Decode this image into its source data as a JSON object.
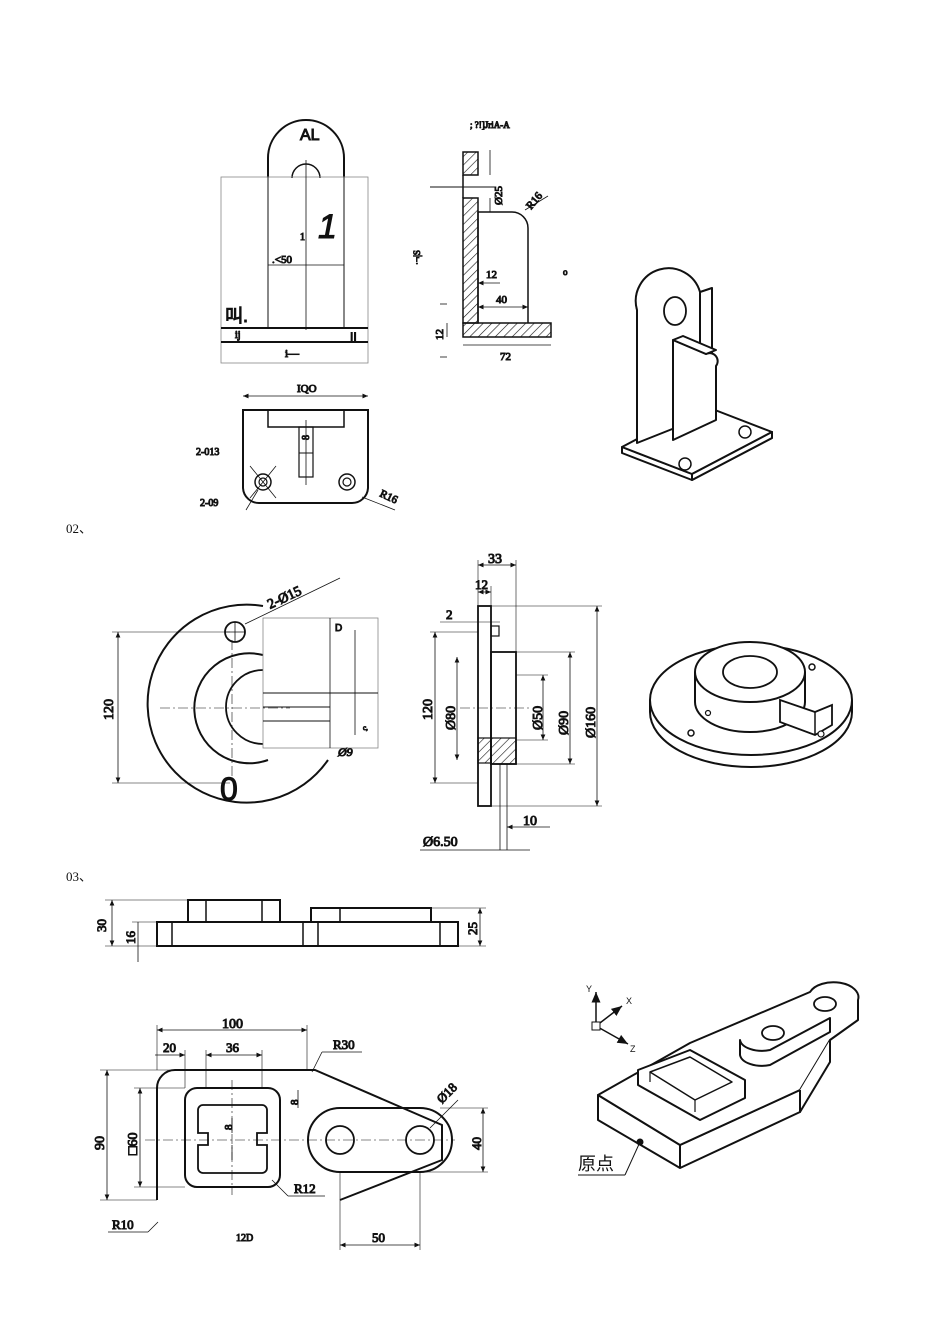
{
  "sections": {
    "s2_label": "02、",
    "s3_label": "03、"
  },
  "drawing1": {
    "front_title": "AL",
    "front_mark_1": "1",
    "front_small_1": "1",
    "front_dim_50": ".<50",
    "front_chinese": "叫.",
    "front_ij": "ij",
    "front_ii": "II",
    "front_i": "i—",
    "section_title": "; ?!]JriA-A",
    "sec_d25": "Ø25",
    "sec_r16": "R16",
    "sec_s": "·¬|S",
    "sec_12a": "12",
    "sec_o": "o",
    "sec_40": "40",
    "sec_12b": "12",
    "sec_72": "72",
    "top_100": "IQO",
    "top_8": "8",
    "top_2013": "2-013",
    "top_209": "2-09",
    "top_r16": "R16"
  },
  "drawing2": {
    "d15": "2-Ø15",
    "d_label": "D",
    "h120": "120",
    "d9": "Ø9",
    "c_mark": "c,",
    "zero": "0",
    "w33": "33",
    "w12": "12",
    "w2": "2",
    "h120b": "120",
    "d80": "Ø80",
    "d50": "Ø50",
    "d90": "Ø90",
    "d160": "Ø160",
    "w10": "10",
    "d650": "Ø6.50"
  },
  "drawing3": {
    "h30": "30",
    "h16": "16",
    "h25": "25",
    "w100": "100",
    "w20": "20",
    "w36": "36",
    "r30": "R30",
    "sq60": "□60",
    "h90": "90",
    "w8a": "8",
    "w8b": "8",
    "d18": "Ø18",
    "h40": "40",
    "r12": "R12",
    "r10": "R10",
    "w120": "12D",
    "w50": "50",
    "origin": "原点",
    "axis_y": "Y",
    "axis_x": "X",
    "axis_z": "Z"
  }
}
